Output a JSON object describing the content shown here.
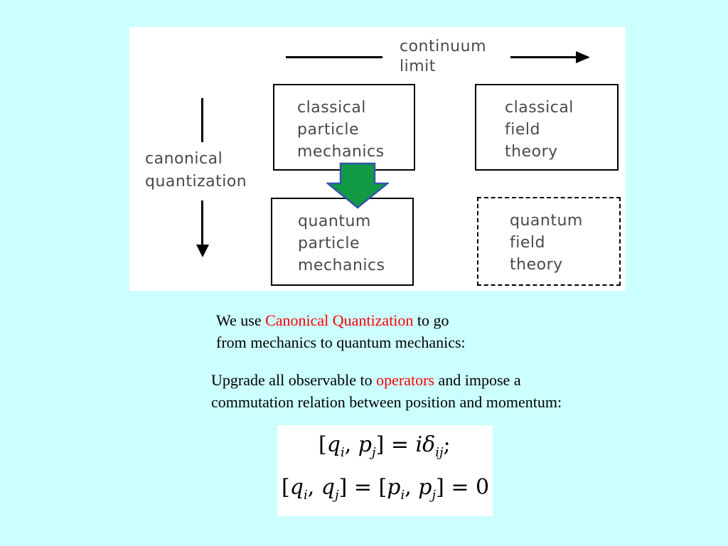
{
  "diagram": {
    "continuum_limit": "continuum\nlimit",
    "canonical_quantization": "canonical\nquantization",
    "classical_particle": "classical\nparticle\nmechanics",
    "classical_field": "classical\nfield\ntheory",
    "quantum_particle": "quantum\nparticle\nmechanics",
    "quantum_field": "quantum\nfield\ntheory"
  },
  "text1": {
    "prefix": "We use ",
    "highlight": "Canonical Quantization",
    "suffix": " to go",
    "line2": "from mechanics to quantum mechanics:"
  },
  "text2": {
    "prefix": "Upgrade all observable to ",
    "highlight": "operators",
    "suffix": " and impose a",
    "line2": "commutation relation between position and momentum:"
  },
  "formula": {
    "line1": "[q_i, p_j] = iδ_ij;",
    "line2": "[q_i, q_j] = [p_i, p_j] = 0"
  },
  "colors": {
    "background": "#ccffff",
    "highlight": "#ff0000",
    "arrow_fill": "#119944",
    "arrow_stroke": "#3355aa"
  }
}
